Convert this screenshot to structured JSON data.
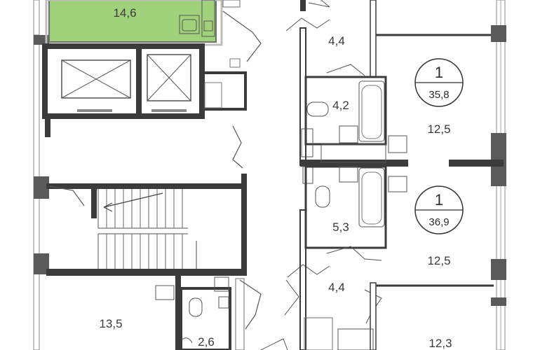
{
  "colors": {
    "wall": "#3b3b3b",
    "thin_line": "#6e6e6e",
    "highlight_fill": "#9fd27a",
    "highlight_stroke": "#777777",
    "window": "#8a8a8a",
    "text": "#3a3a3a"
  },
  "rooms": {
    "highlighted_room": "14,6",
    "hall_upper": "4,4",
    "bath_upper": "4,2",
    "room_upper": "12,5",
    "bath_lower": "5,3",
    "room_lower": "12,5",
    "hall_lower": "4,4",
    "room_left_bottom": "13,5",
    "wc_bottom": "2,6",
    "room_right_bottom": "12,3"
  },
  "apartments": [
    {
      "rooms_count": "1",
      "total_area": "35,8"
    },
    {
      "rooms_count": "1",
      "total_area": "36,9"
    }
  ]
}
